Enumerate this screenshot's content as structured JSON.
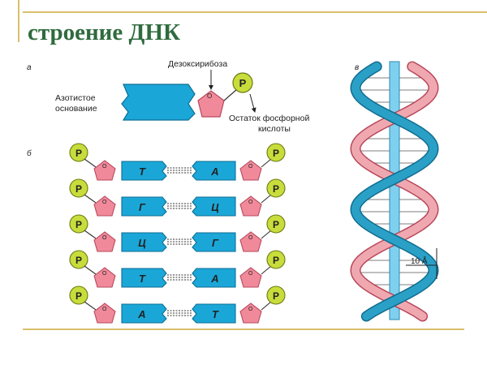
{
  "title": "строение ДНК",
  "panels": {
    "a": "а",
    "b": "б",
    "c": "в"
  },
  "nucleotide_labels": {
    "sugar": "Дезоксирибоза",
    "base_line1": "Азотистое",
    "base_line2": "основание",
    "phosphate_line1": "Остаток фосфорной",
    "phosphate_line2": "кислоты"
  },
  "phosphate_letter": "P",
  "ring_oxygen": "O",
  "base_pairs": [
    {
      "left": "Т",
      "right": "А"
    },
    {
      "left": "Г",
      "right": "Ц"
    },
    {
      "left": "Ц",
      "right": "Г"
    },
    {
      "left": "Т",
      "right": "А"
    },
    {
      "left": "А",
      "right": "Т"
    }
  ],
  "helix_pitch_label": "10 Å",
  "colors": {
    "title": "#2f6b3e",
    "accent_rule": "#d9bf6a",
    "base_blue": "#1aa7d8",
    "sugar_pink": "#f08a9a",
    "phosphate_green": "#c8dc3c",
    "strand_blue": "#2ba0c6",
    "strand_pink": "#f0a8b0",
    "axis_blue": "#7fd0ef"
  }
}
